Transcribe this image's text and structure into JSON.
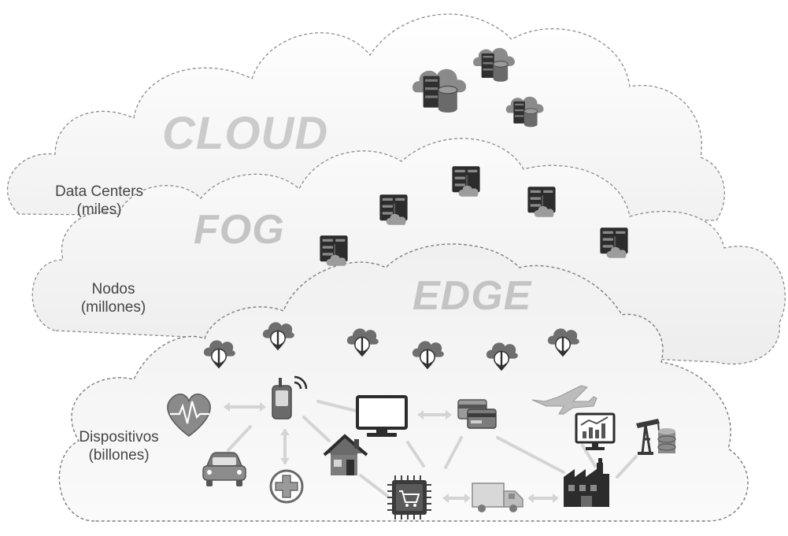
{
  "cloud_layer": {
    "title": "CLOUD",
    "label_line1": "Data Centers",
    "label_line2": "(miles)"
  },
  "fog_layer": {
    "title": "FOG",
    "label_line1": "Nodos",
    "label_line2": "(millones)"
  },
  "edge_layer": {
    "title": "EDGE",
    "label_line1": "Dispositivos",
    "label_line2": "(billones)"
  },
  "colors": {
    "title_text": "#c8c8c8",
    "label_text": "#454545",
    "cloud_fill": "#f4f4f4",
    "cloud_stroke": "#8c8c8c",
    "icon_dark": "#3a3a3a",
    "icon_mid": "#7a7a7a",
    "arrow": "#d6d6d6"
  },
  "icons": {
    "cloud_datacenters": [
      "datacenter-cloud-icon",
      "datacenter-cloud-icon",
      "datacenter-cloud-icon"
    ],
    "fog_nodes": [
      "server-node-icon",
      "server-node-icon",
      "server-node-icon",
      "server-node-icon",
      "server-node-icon",
      "server-node-icon"
    ],
    "edge_uplinks": [
      "cloud-upload-icon",
      "cloud-upload-icon",
      "cloud-upload-icon",
      "cloud-upload-icon",
      "cloud-upload-icon",
      "cloud-upload-icon"
    ],
    "devices": [
      "heart-monitor-icon",
      "mobile-phone-icon",
      "car-icon",
      "medical-cross-icon",
      "house-icon",
      "computer-monitor-icon",
      "credit-card-icon",
      "chip-cart-icon",
      "truck-icon",
      "factory-icon",
      "airplane-icon",
      "analytics-display-icon",
      "oil-pump-icon"
    ]
  }
}
